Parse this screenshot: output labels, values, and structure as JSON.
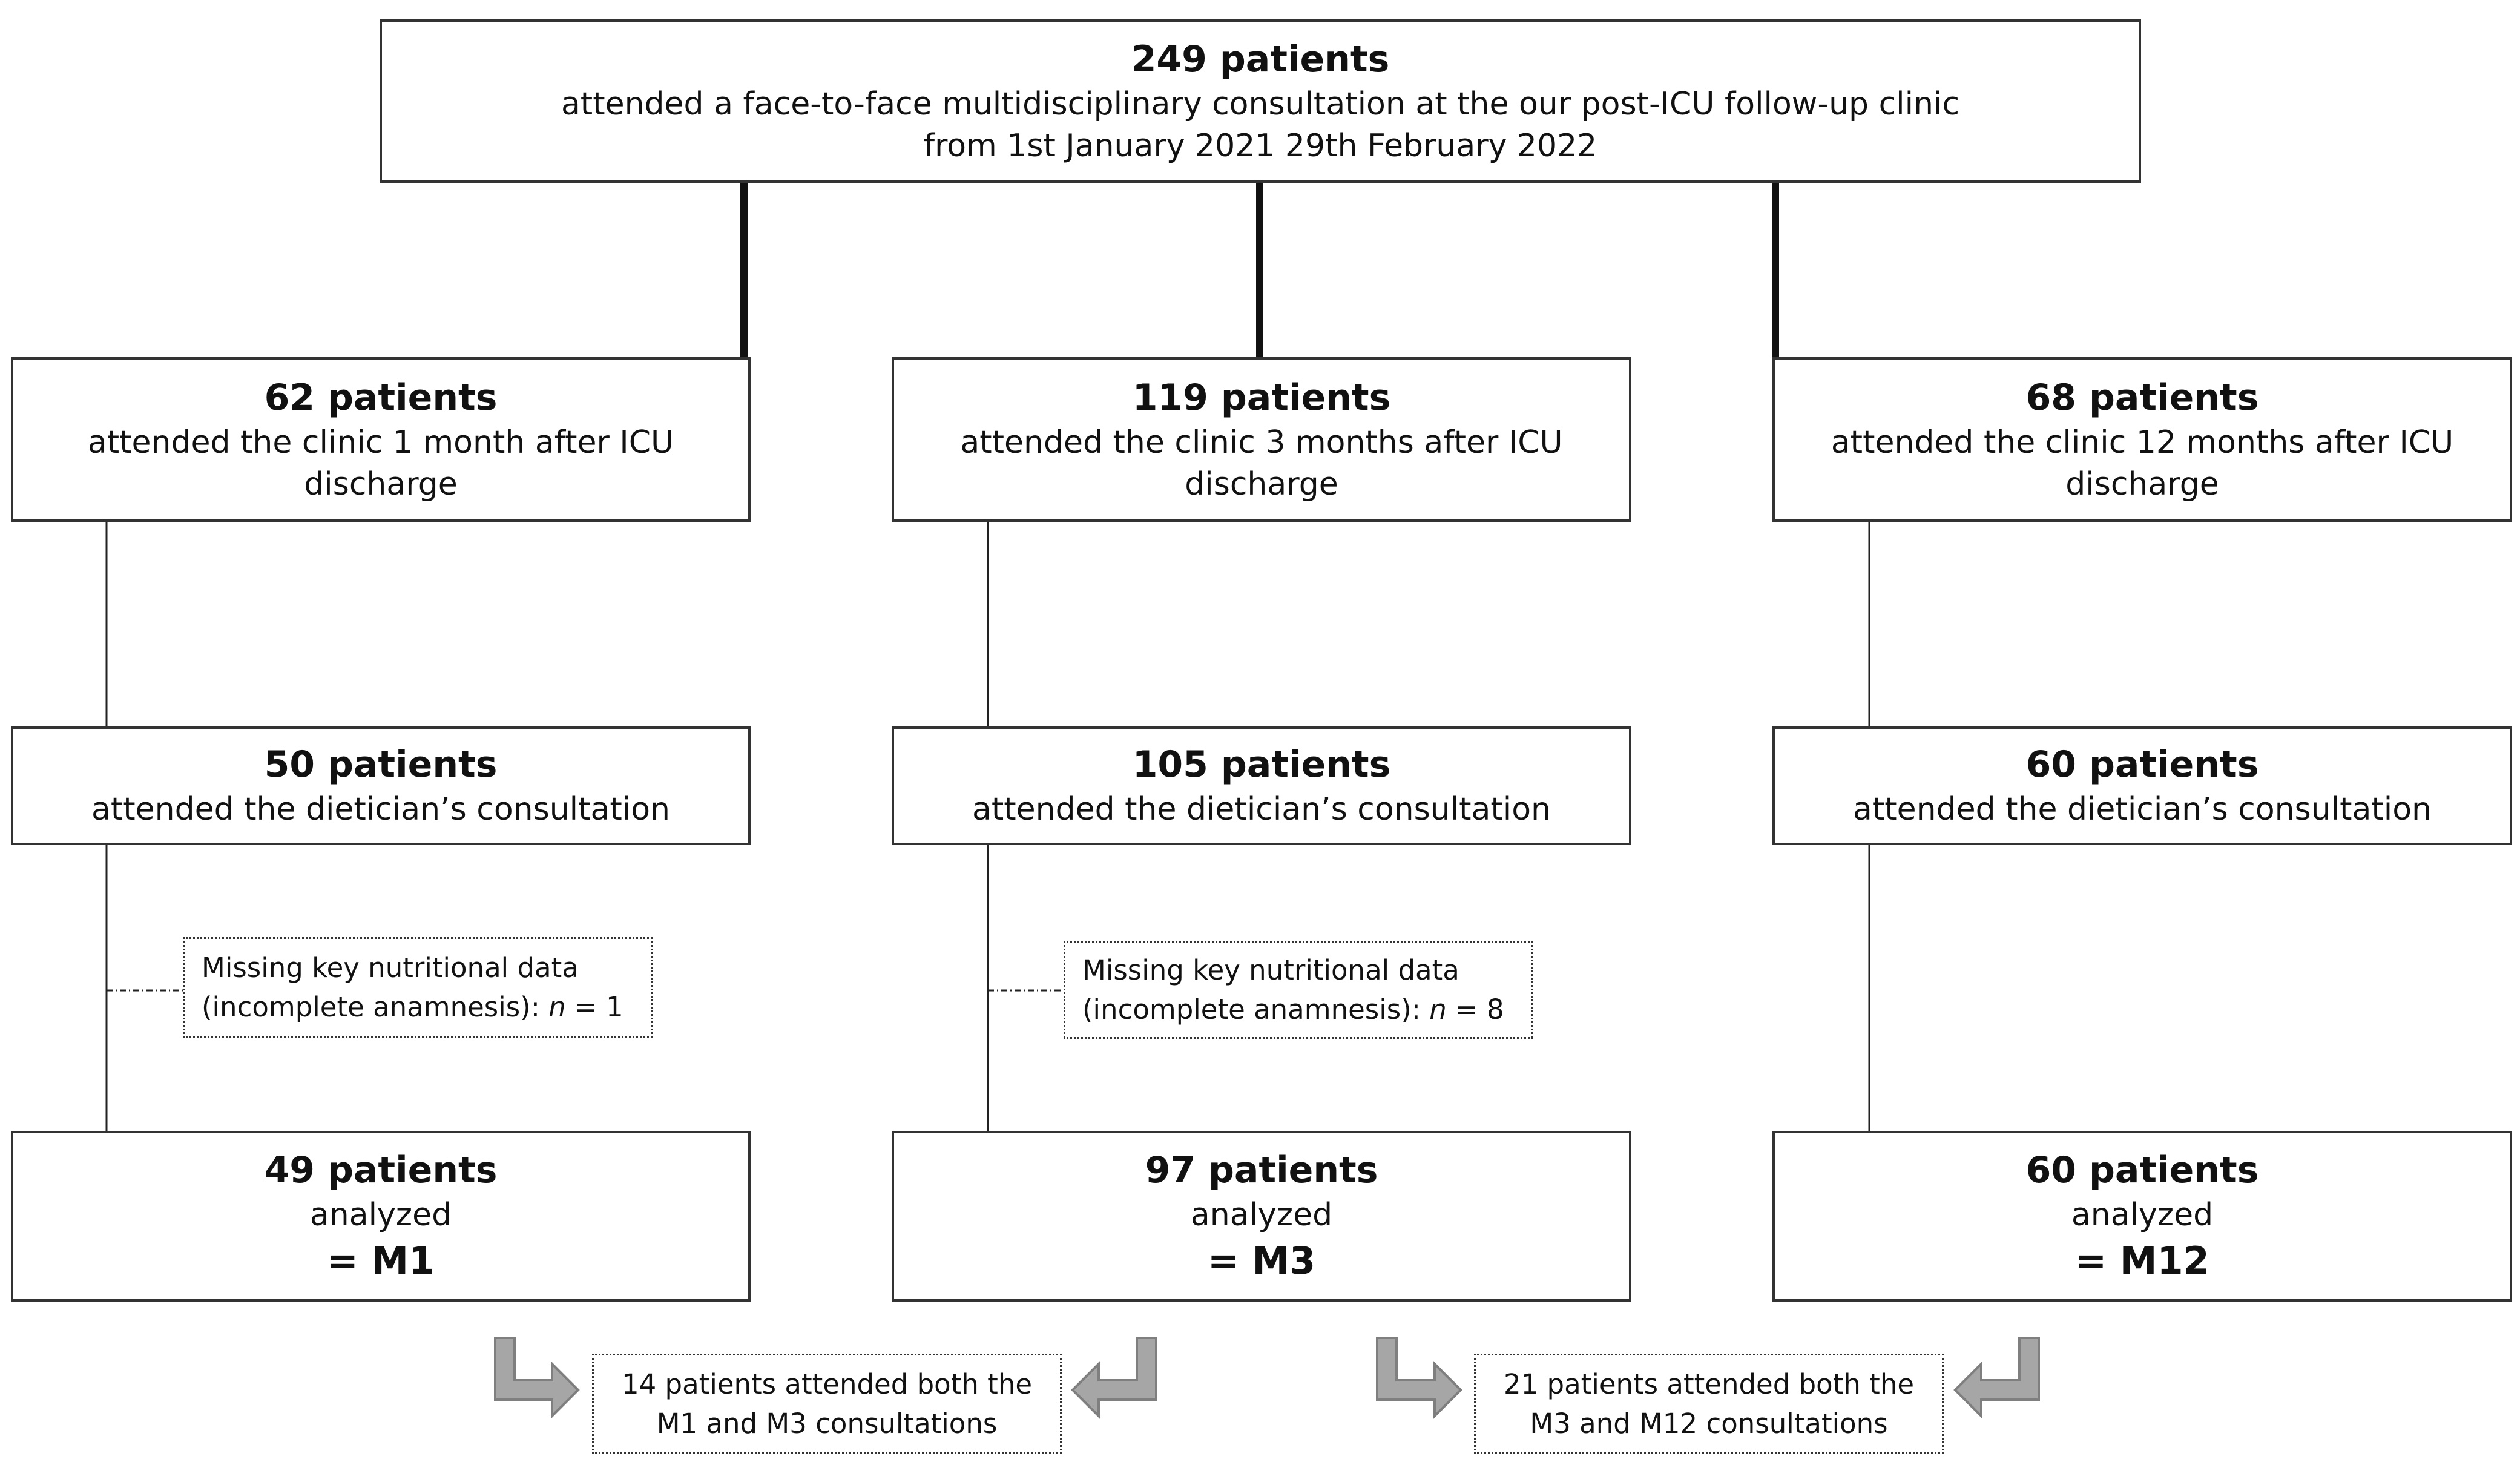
{
  "top": {
    "count": "249 patients",
    "line1": "attended a face-to-face multidisciplinary consultation at the our post-ICU follow-up clinic",
    "line2": "from 1st January 2021 29th February 2022"
  },
  "columns": [
    {
      "clinic": {
        "count": "62 patients",
        "line1": "attended the clinic 1 month after ICU",
        "line2": "discharge"
      },
      "diet": {
        "count": "50 patients",
        "line1": "attended the dietician’s consultation"
      },
      "excluded": {
        "line1": "Missing key nutritional data",
        "line2_prefix": "(incomplete anamnesis): ",
        "n_label": "n",
        "n_value": " = 1"
      },
      "analyzed": {
        "count": "49 patients",
        "line1": "analyzed",
        "tag": "= M1"
      }
    },
    {
      "clinic": {
        "count": "119 patients",
        "line1": "attended the clinic 3 months after ICU",
        "line2": "discharge"
      },
      "diet": {
        "count": "105 patients",
        "line1": "attended the dietician’s consultation"
      },
      "excluded": {
        "line1": "Missing key nutritional data",
        "line2_prefix": "(incomplete anamnesis): ",
        "n_label": "n",
        "n_value": " = 8"
      },
      "analyzed": {
        "count": "97 patients",
        "line1": "analyzed",
        "tag": "= M3"
      }
    },
    {
      "clinic": {
        "count": "68 patients",
        "line1": "attended the clinic 12 months after ICU",
        "line2": "discharge"
      },
      "diet": {
        "count": "60 patients",
        "line1": "attended the dietician’s consultation"
      },
      "analyzed": {
        "count": "60 patients",
        "line1": "analyzed",
        "tag": "= M12"
      }
    }
  ],
  "overlaps": [
    {
      "line1": "14 patients attended both the",
      "line2": "M1 and M3 consultations"
    },
    {
      "line1": "21 patients attended both the",
      "line2": "M3 and M12 consultations"
    }
  ],
  "colors": {
    "border": "#333333",
    "arrow_fill": "#a6a6a6",
    "arrow_stroke": "#7f7f7f"
  }
}
